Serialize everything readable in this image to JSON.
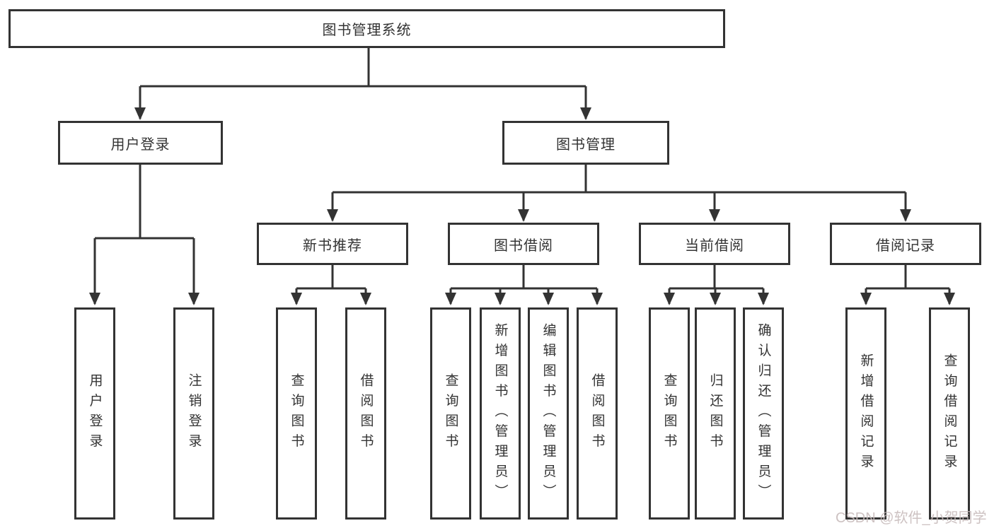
{
  "diagram": {
    "title_node": {
      "label": "图书管理系统"
    },
    "branches": {
      "user_login": {
        "label": "用户登录",
        "children": [
          {
            "label": "用户登录"
          },
          {
            "label": "注销登录"
          }
        ]
      },
      "book_management": {
        "label": "图书管理",
        "sections": {
          "new_book_recommend": {
            "label": "新书推荐",
            "children": [
              {
                "label": "查询图书"
              },
              {
                "label": "借阅图书"
              }
            ]
          },
          "book_borrow": {
            "label": "图书借阅",
            "children": [
              {
                "label": "查询图书"
              },
              {
                "label": "新增图书（管理员）"
              },
              {
                "label": "编辑图书（管理员）"
              },
              {
                "label": "借阅图书"
              }
            ]
          },
          "current_borrow": {
            "label": "当前借阅",
            "children": [
              {
                "label": "查询图书"
              },
              {
                "label": "归还图书"
              },
              {
                "label": "确认归还（管理员）"
              }
            ]
          },
          "borrow_records": {
            "label": "借阅记录",
            "children": [
              {
                "label": "新增借阅记录"
              },
              {
                "label": "查询借阅记录"
              }
            ]
          }
        }
      }
    }
  },
  "watermark": {
    "text": "CSDN @软件_小贺同学"
  },
  "colors": {
    "line": "#333333",
    "box_border": "#333333",
    "text": "#333333",
    "background": "#ffffff",
    "watermark": "#c6baba"
  }
}
